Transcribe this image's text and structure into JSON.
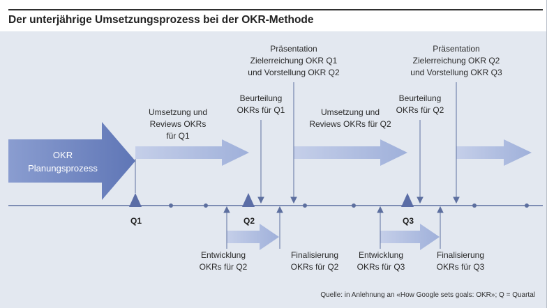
{
  "title": "Der unterjährige Umsetzungsprozess bei der OKR-Methode",
  "planning": "OKR\nPlanungsprozess",
  "quarters": [
    "Q1",
    "Q2",
    "Q3"
  ],
  "labels": {
    "umsetzung_q1": "Umsetzung und\nReviews OKRs\nfür Q1",
    "beurteilung_q1": "Beurteilung\nOKRs für Q1",
    "praesentation_q1": "Präsentation\nZielerreichung OKR Q1\nund Vorstellung OKR Q2",
    "umsetzung_q2": "Umsetzung und\nReviews OKRs für Q2",
    "beurteilung_q2": "Beurteilung\nOKRs für Q2",
    "praesentation_q2": "Präsentation\nZielerreichung OKR Q2\nund Vorstellung OKR Q3",
    "entwicklung_q2": "Entwicklung\nOKRs für Q2",
    "finalisierung_q2": "Finalisierung\nOKRs für Q2",
    "entwicklung_q3": "Entwicklung\nOKRs für Q3",
    "finalisierung_q3": "Finalisierung\nOKRs für Q3"
  },
  "source": "Quelle: in Anlehnung an «How Google sets goals: OKR»; Q = Quartal",
  "colors": {
    "background": "#e3e8f0",
    "planning_arrow": "#6d83bd",
    "process_arrow": "#b7c3e3",
    "timeline": "#5d6f9f",
    "quarter_marker": "#5b6da6"
  }
}
